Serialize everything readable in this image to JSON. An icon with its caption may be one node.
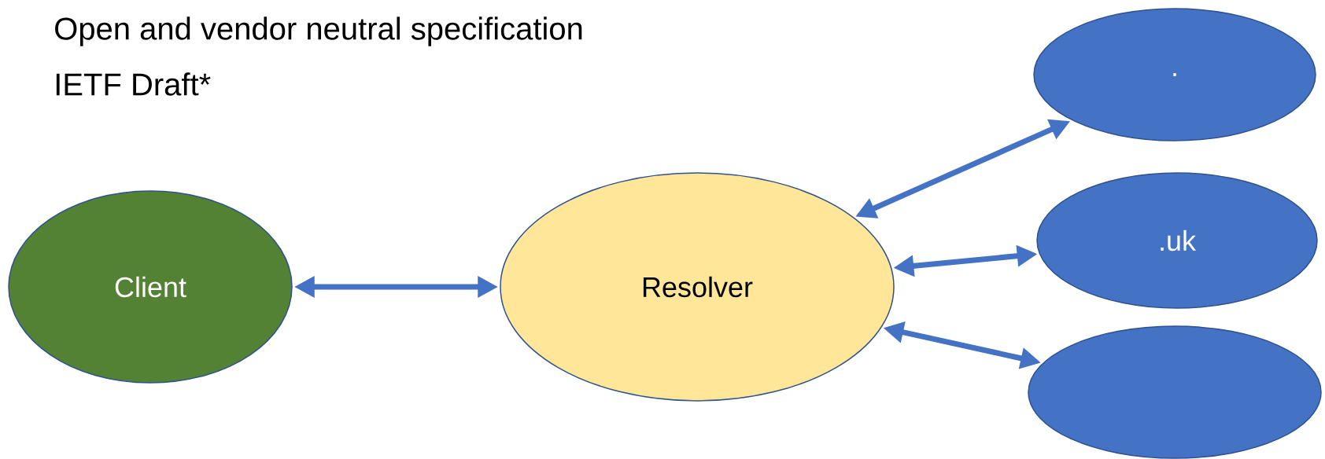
{
  "diagram": {
    "nodes": [
      {
        "text": [
          "Client"
        ]
      },
      {
        "text": [
          "Resolver"
        ]
      },
      {
        "text": [
          "."
        ]
      },
      {
        "text": [
          ".uk"
        ]
      },
      {
        "text": [],
        "shape": "ellipse"
      }
    ],
    "edges": [
      {
        "from": 0,
        "to": 1,
        "arrow": "both"
      },
      {
        "from": 1,
        "to": 2,
        "arrow": "both"
      },
      {
        "from": 1,
        "to": 3,
        "arrow": "both"
      },
      {
        "from": 1,
        "to": 4,
        "arrow": "both"
      }
    ],
    "labels": [
      "Open and vendor neutral specification",
      "IETF Draft*"
    ]
  }
}
